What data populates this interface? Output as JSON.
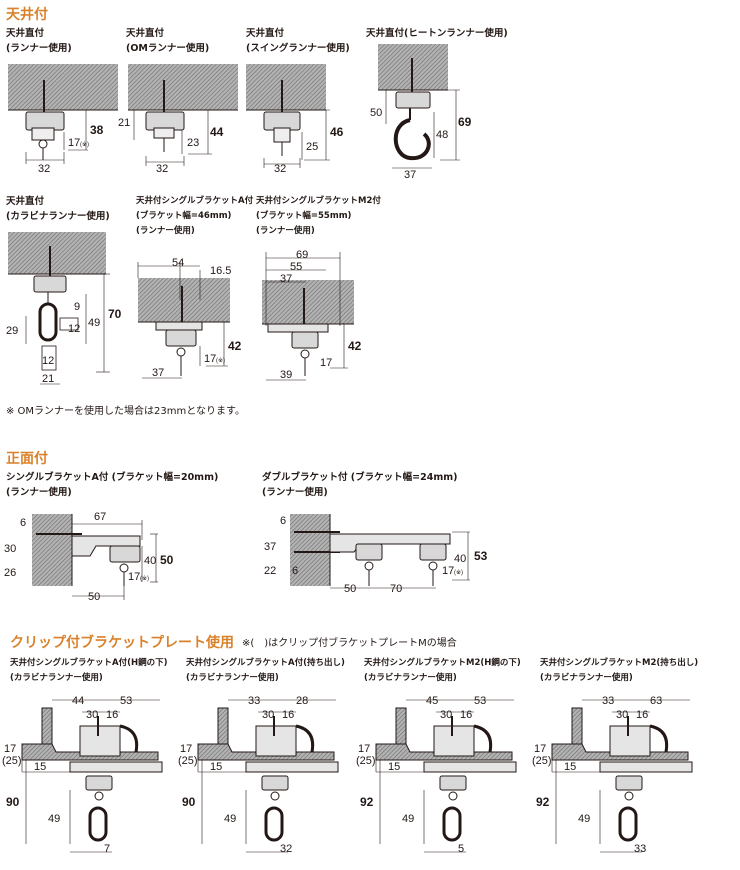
{
  "sections": {
    "ceiling": "天井付",
    "front": "正面付",
    "clip": "クリップ付ブラケットプレート使用",
    "clip_note": "※(　)はクリップ付ブラケットプレートMの場合"
  },
  "ceiling": {
    "fig1": {
      "line1": "天井直付",
      "line2": "(ランナー使用)",
      "dims": [
        "38",
        "17",
        "(※)",
        "32"
      ]
    },
    "fig2": {
      "line1": "天井直付",
      "line2": "(OMランナー使用)",
      "dims": [
        "21",
        "44",
        "23",
        "32"
      ]
    },
    "fig3": {
      "line1": "天井直付",
      "line2": "(スイングランナー使用)",
      "dims": [
        "46",
        "25",
        "32"
      ]
    },
    "fig4": {
      "line1": "天井直付(ヒートンランナー使用)",
      "dims": [
        "50",
        "69",
        "48",
        "37"
      ]
    },
    "fig5": {
      "line1": "天井直付",
      "line2": "(カラビナランナー使用)",
      "dims": [
        "70",
        "9",
        "29",
        "49",
        "12",
        "12",
        "21"
      ]
    },
    "fig6": {
      "line1": "天井付シングルブラケットA付",
      "line2": "(ブラケット幅=46mm)",
      "line3": "(ランナー使用)",
      "dims": [
        "54",
        "16.5",
        "42",
        "17",
        "(※)",
        "37"
      ]
    },
    "fig7": {
      "line1": "天井付シングルブラケットM2付",
      "line2": "(ブラケット幅=55mm)",
      "line3": "(ランナー使用)",
      "dims": [
        "69",
        "55",
        "37",
        "42",
        "17",
        "39"
      ]
    },
    "footnote": "※ OMランナーを使用した場合は23mmとなります。"
  },
  "front": {
    "fig1": {
      "line1": "シングルブラケットA付 (ブラケット幅=20mm)",
      "line2": "(ランナー使用)",
      "dims": [
        "6",
        "67",
        "30",
        "50",
        "40",
        "26",
        "17",
        "(※)",
        "50"
      ]
    },
    "fig2": {
      "line1": "ダブルブラケット付 (ブラケット幅=24mm)",
      "line2": "(ランナー使用)",
      "dims": [
        "6",
        "37",
        "53",
        "40",
        "22",
        "6",
        "17",
        "(※)",
        "50",
        "70"
      ]
    }
  },
  "clip": {
    "fig1": {
      "line1": "天井付シングルブラケットA付(H鋼の下)",
      "line2": "(カラビナランナー使用)",
      "dims": [
        "44",
        "53",
        "30",
        "16",
        "17",
        "(25)",
        "15",
        "90",
        "49",
        "7"
      ]
    },
    "fig2": {
      "line1": "天井付シングルブラケットA付(持ち出し)",
      "line2": "(カラビナランナー使用)",
      "dims": [
        "33",
        "28",
        "30",
        "16",
        "17",
        "(25)",
        "15",
        "90",
        "49",
        "32"
      ]
    },
    "fig3": {
      "line1": "天井付シングルブラケットM2(H鋼の下)",
      "line2": "(カラビナランナー使用)",
      "dims": [
        "45",
        "53",
        "30",
        "16",
        "17",
        "(25)",
        "15",
        "92",
        "49",
        "5"
      ]
    },
    "fig4": {
      "line1": "天井付シングルブラケットM2(持ち出し)",
      "line2": "(カラビナランナー使用)",
      "dims": [
        "33",
        "63",
        "30",
        "16",
        "17",
        "(25)",
        "15",
        "92",
        "49",
        "33"
      ]
    }
  }
}
